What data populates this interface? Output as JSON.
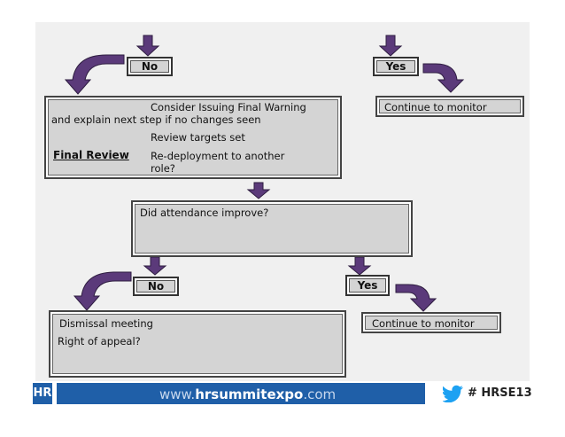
{
  "top_left_label": "No",
  "top_right_label": "Yes",
  "box1": {
    "line1": "Consider Issuing Final Warning",
    "line2": "and explain next step if no changes seen",
    "line3": "Review targets set",
    "heading": "Final Review",
    "line4": "Re-deployment to another",
    "line5": "role?"
  },
  "monitor_top": "Continue to monitor",
  "question": "Did attendance improve?",
  "mid_left_label": "No",
  "mid_right_label": "Yes",
  "box3": {
    "line1": "Dismissal meeting",
    "line2": "Right of appeal?"
  },
  "monitor_bottom": "Continue to monitor",
  "footer": {
    "logo": "HR",
    "url_prefix": "www.",
    "url_bold": "hrsummitexpo",
    "url_suffix": ".com",
    "hashtag": "# HRSE13"
  },
  "colors": {
    "arrow": "#5b3a7a",
    "box": "#d4d4d4",
    "footer_bar": "#1f5fa8",
    "twitter": "#1da1f2"
  }
}
